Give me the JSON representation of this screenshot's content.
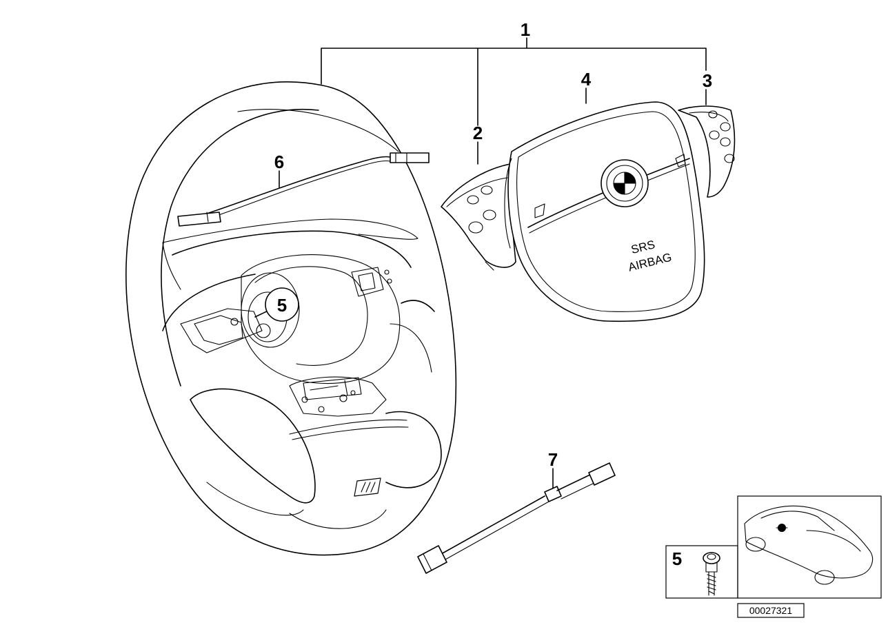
{
  "callouts": {
    "c1": "1",
    "c2": "2",
    "c3": "3",
    "c4": "4",
    "c5": "5",
    "c6": "6",
    "c7": "7",
    "c5_inset": "5"
  },
  "airbag_text": {
    "line1": "SRS",
    "line2": "AIRBAG"
  },
  "doc_number": "00027321"
}
